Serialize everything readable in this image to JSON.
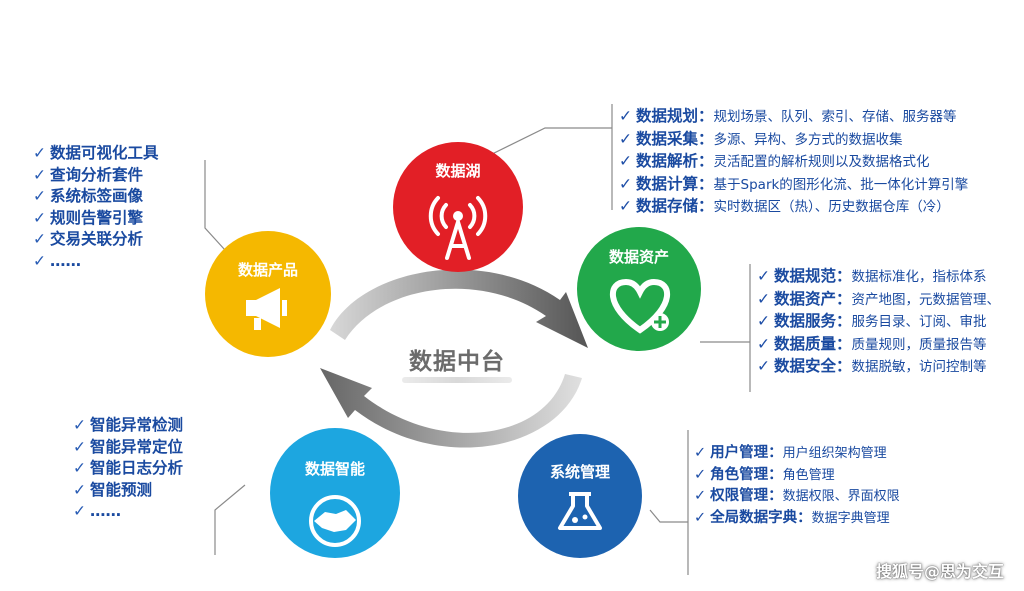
{
  "center": {
    "title": "数据中台"
  },
  "colors": {
    "lake": "#e21f26",
    "asset": "#22a84b",
    "system": "#1d63b0",
    "intel": "#1da6e0",
    "product": "#f5b800",
    "arrow": "#777777",
    "text": "#1a4aa0"
  },
  "nodes": {
    "lake": {
      "label": "数据湖",
      "icon": "signal-tower-icon"
    },
    "asset": {
      "label": "数据资产",
      "icon": "heart-plus-icon"
    },
    "system": {
      "label": "系统管理",
      "icon": "flask-icon"
    },
    "intel": {
      "label": "数据智能",
      "icon": "handshake-icon"
    },
    "product": {
      "label": "数据产品",
      "icon": "megaphone-icon"
    }
  },
  "lake_list": [
    {
      "term": "数据规划",
      "desc": "规划场景、队列、索引、存储、服务器等"
    },
    {
      "term": "数据采集",
      "desc": "多源、异构、多方式的数据收集"
    },
    {
      "term": "数据解析",
      "desc": "灵活配置的解析规则以及数据格式化"
    },
    {
      "term": "数据计算",
      "desc": "基于Spark的图形化流、批一体化计算引擎"
    },
    {
      "term": "数据存储",
      "desc": "实时数据区（热）、历史数据仓库（冷）"
    }
  ],
  "asset_list": [
    {
      "term": "数据规范",
      "desc": "数据标准化，指标体系"
    },
    {
      "term": "数据资产",
      "desc": "资产地图，元数据管理、"
    },
    {
      "term": "数据服务",
      "desc": "服务目录、订阅、审批"
    },
    {
      "term": "数据质量",
      "desc": "质量规则，质量报告等"
    },
    {
      "term": "数据安全",
      "desc": "数据脱敏，访问控制等"
    }
  ],
  "system_list": [
    {
      "term": "用户管理",
      "desc": "用户组织架构管理"
    },
    {
      "term": "角色管理",
      "desc": "角色管理"
    },
    {
      "term": "权限管理",
      "desc": "数据权限、界面权限"
    },
    {
      "term": "全局数据字典",
      "desc": "数据字典管理"
    }
  ],
  "product_list": [
    "数据可视化工具",
    "查询分析套件",
    "系统标签画像",
    "规则告警引擎",
    "交易关联分析",
    "……"
  ],
  "intel_list": [
    "智能异常检测",
    "智能异常定位",
    "智能日志分析",
    "智能预测",
    "……"
  ],
  "check_glyph": "✓",
  "colon": "：",
  "watermark": "搜狐号@思为交互"
}
